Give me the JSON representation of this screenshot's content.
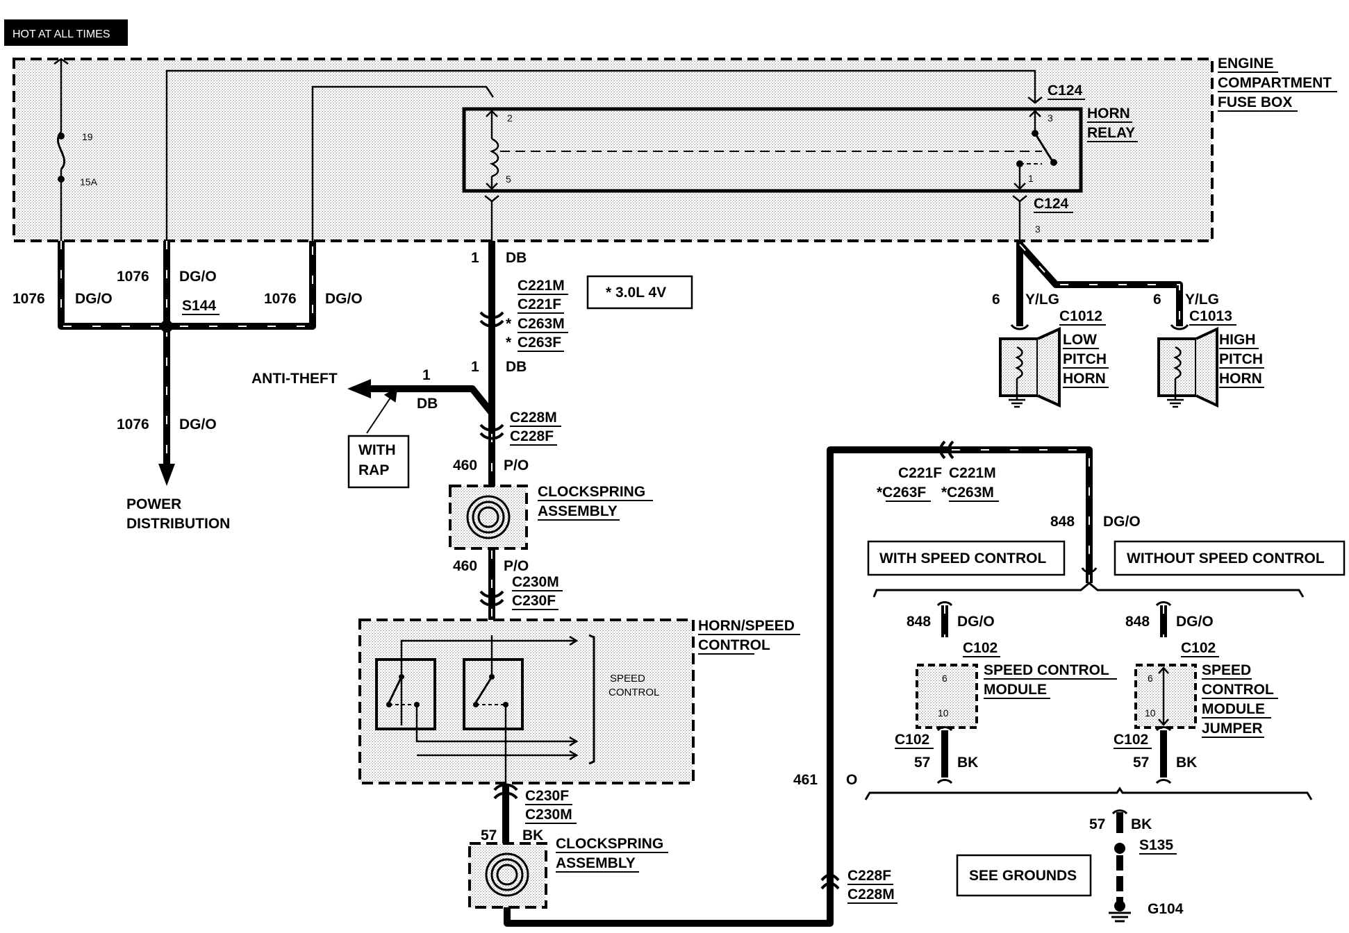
{
  "header_badge": "HOT AT ALL TIMES",
  "fuse_box": {
    "title_lines": [
      "ENGINE",
      "COMPARTMENT",
      "FUSE BOX"
    ],
    "fuse_number": "19",
    "fuse_rating": "15A"
  },
  "horn_relay": {
    "title_lines": [
      "HORN",
      "RELAY"
    ],
    "pin_2": "2",
    "pin_5": "5",
    "pin_3": "3",
    "pin_1": "1",
    "connector_top": "C124",
    "connector_top_pin": "3",
    "connector_bottom": "C124",
    "connector_bottom_pin": "3"
  },
  "feed": {
    "left_circuit": "1076",
    "left_color": "DG/O",
    "mid_circuit": "1076",
    "mid_color": "DG/O",
    "right_circuit": "1076",
    "right_color": "DG/O",
    "splice": "S144",
    "down_circuit": "1076",
    "down_color": "DG/O",
    "dest_lines": [
      "POWER",
      "DISTRIBUTION"
    ]
  },
  "main_wire": {
    "pin_top": "1",
    "color_top": "DB",
    "conn_a": "C221M",
    "conn_b": "C221F",
    "conn_c": "C263M",
    "conn_d": "C263F",
    "star": "*",
    "pin_mid": "1",
    "color_mid": "DB",
    "conn_e": "C228M",
    "conn_f": "C228F",
    "circuit_po_1": "460",
    "color_po_1": "P/O",
    "circuit_po_2": "460",
    "color_po_2": "P/O",
    "conn_g": "C230M",
    "conn_h": "C230F",
    "conn_i": "C230F",
    "conn_j": "C230M",
    "circuit_bk": "57",
    "color_bk": "BK"
  },
  "engine_note": "* 3.0L 4V",
  "anti_theft": {
    "label": "ANTI-THEFT",
    "pin": "1",
    "color": "DB",
    "option_lines": [
      "WITH",
      "RAP"
    ]
  },
  "clockspring_top": {
    "lines": [
      "CLOCKSPRING",
      "ASSEMBLY"
    ]
  },
  "clockspring_bottom": {
    "lines": [
      "CLOCKSPRING",
      "ASSEMBLY"
    ]
  },
  "horn_speed": {
    "lines": [
      "HORN/SPEED",
      "CONTROL"
    ],
    "inner_lines": [
      "SPEED",
      "CONTROL"
    ]
  },
  "horns": {
    "low": {
      "pin": "6",
      "color": "Y/LG",
      "connector": "C1012",
      "lines": [
        "LOW",
        "PITCH",
        "HORN"
      ]
    },
    "high": {
      "pin": "6",
      "color": "Y/LG",
      "connector": "C1013",
      "lines": [
        "HIGH",
        "PITCH",
        "HORN"
      ]
    }
  },
  "speed_ctrl": {
    "conn_1": "C221F",
    "conn_2": "C221M",
    "conn_3": "*C263F",
    "conn_4": "*C263M",
    "circuit": "848",
    "color": "DG/O",
    "with_label": "WITH SPEED CONTROL",
    "without_label": "WITHOUT SPEED CONTROL",
    "module": {
      "circuit": "848",
      "color": "DG/O",
      "connector_top": "C102",
      "pin_6": "6",
      "pin_10": "10",
      "lines": [
        "SPEED CONTROL",
        "MODULE"
      ],
      "connector_bottom": "C102",
      "gnd_circuit": "57",
      "gnd_color": "BK"
    },
    "jumper": {
      "circuit": "848",
      "color": "DG/O",
      "connector_top": "C102",
      "pin_6": "6",
      "pin_10": "10",
      "lines": [
        "SPEED",
        "CONTROL",
        "MODULE",
        "JUMPER"
      ],
      "connector_bottom": "C102",
      "gnd_circuit": "57",
      "gnd_color": "BK"
    }
  },
  "return_wire": {
    "circuit": "461",
    "color": "O",
    "conn_1": "C228F",
    "conn_2": "C228M"
  },
  "ground": {
    "circuit": "57",
    "color": "BK",
    "splice": "S135",
    "ground_id": "G104",
    "see_label": "SEE GROUNDS"
  }
}
